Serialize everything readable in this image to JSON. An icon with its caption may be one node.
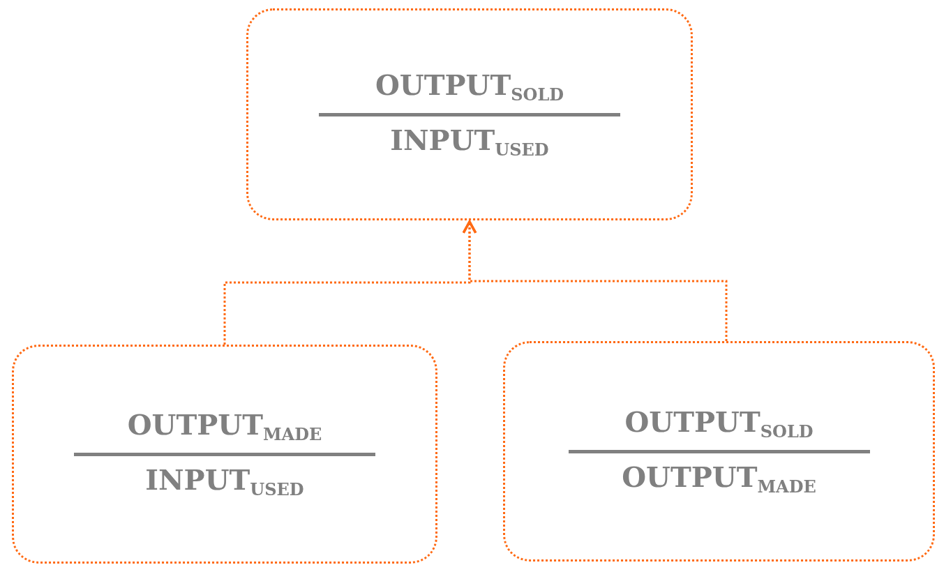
{
  "diagram": {
    "nodes": [
      {
        "text": [
          "OUTPUT$_{SOLD}$",
          "INPUT$_{USED}$"
        ]
      },
      {
        "text": [
          "OUTPUT$_{MADE}$",
          "INPUT$_{USED}$"
        ]
      },
      {
        "text": [
          "OUTPUT$_{SOLD}$",
          "OUTPUT$_{MADE}$"
        ]
      }
    ],
    "edges": [
      {
        "from": 1,
        "to": 0,
        "arrow": "to"
      },
      {
        "from": 2,
        "to": 0,
        "arrow": "to"
      }
    ]
  }
}
